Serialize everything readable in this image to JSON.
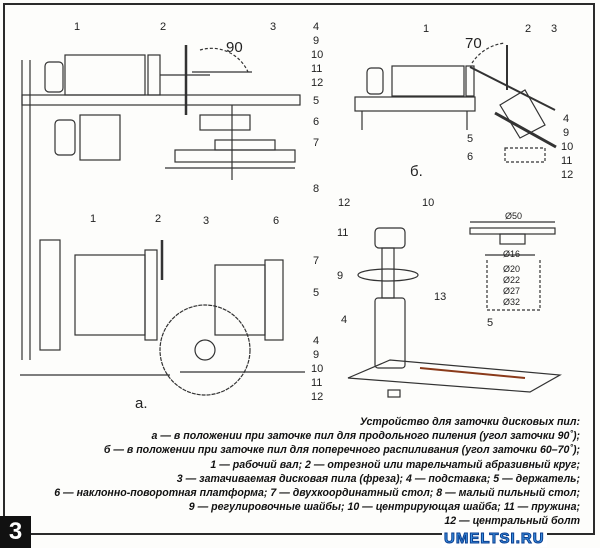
{
  "figure_number": "3",
  "watermark": "UMELTSI.RU",
  "view_a_top": {
    "labels": [
      "1",
      "2",
      "3",
      "90",
      "4",
      "9",
      "10",
      "11",
      "12",
      "5",
      "6",
      "7",
      "8"
    ]
  },
  "view_a_bottom": {
    "labels": [
      "1",
      "2",
      "3",
      "6",
      "7",
      "5",
      "4",
      "9",
      "10",
      "11",
      "12"
    ],
    "title": "а."
  },
  "view_b": {
    "labels": [
      "1",
      "2",
      "3",
      "70",
      "4",
      "9",
      "10",
      "11",
      "12",
      "5",
      "6"
    ],
    "title": "б."
  },
  "holder": {
    "labels": [
      "12",
      "11",
      "10",
      "9",
      "13",
      "4",
      "5"
    ],
    "dims": [
      "Ø50",
      "Ø16",
      "Ø20",
      "Ø22",
      "Ø27",
      "Ø32"
    ]
  },
  "caption": {
    "title": "Устройство для заточки дисковых пил:",
    "lines": [
      "а — в положении при заточке пил для продольного пиления (угол заточки 90˚);",
      "б — в положении при заточке пил для поперечного распиливания (угол заточки 60–70˚);",
      "1 — рабочий вал; 2 — отрезной или тарельчатый абразивный круг;",
      "3 — затачиваемая дисковая пила (фреза); 4 — подставка; 5 — держатель;",
      "6 — наклонно-поворотная платформа; 7 — двухкоординатный стол; 8 — малый пильный стол;",
      "9 — регулировочные шайбы; 10 — центрирующая шайба; 11 — пружина;",
      "12 — центральный болт"
    ]
  }
}
